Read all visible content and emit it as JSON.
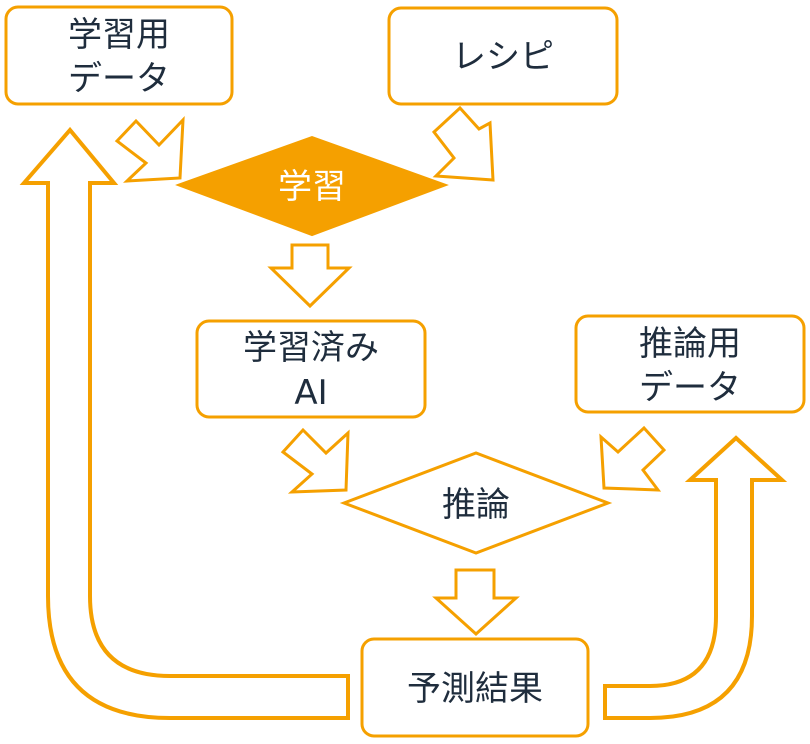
{
  "colors": {
    "accent": "#F5A000",
    "text": "#1f2d3d",
    "background": "#ffffff"
  },
  "nodes": {
    "training_data": {
      "line1": "学習用",
      "line2": "データ"
    },
    "recipe": {
      "label": "レシピ"
    },
    "training": {
      "label": "学習"
    },
    "trained_ai": {
      "line1": "学習済み",
      "line2": "AI"
    },
    "inference_data": {
      "line1": "推論用",
      "line2": "データ"
    },
    "inference": {
      "label": "推論"
    },
    "prediction": {
      "label": "予測結果"
    }
  }
}
